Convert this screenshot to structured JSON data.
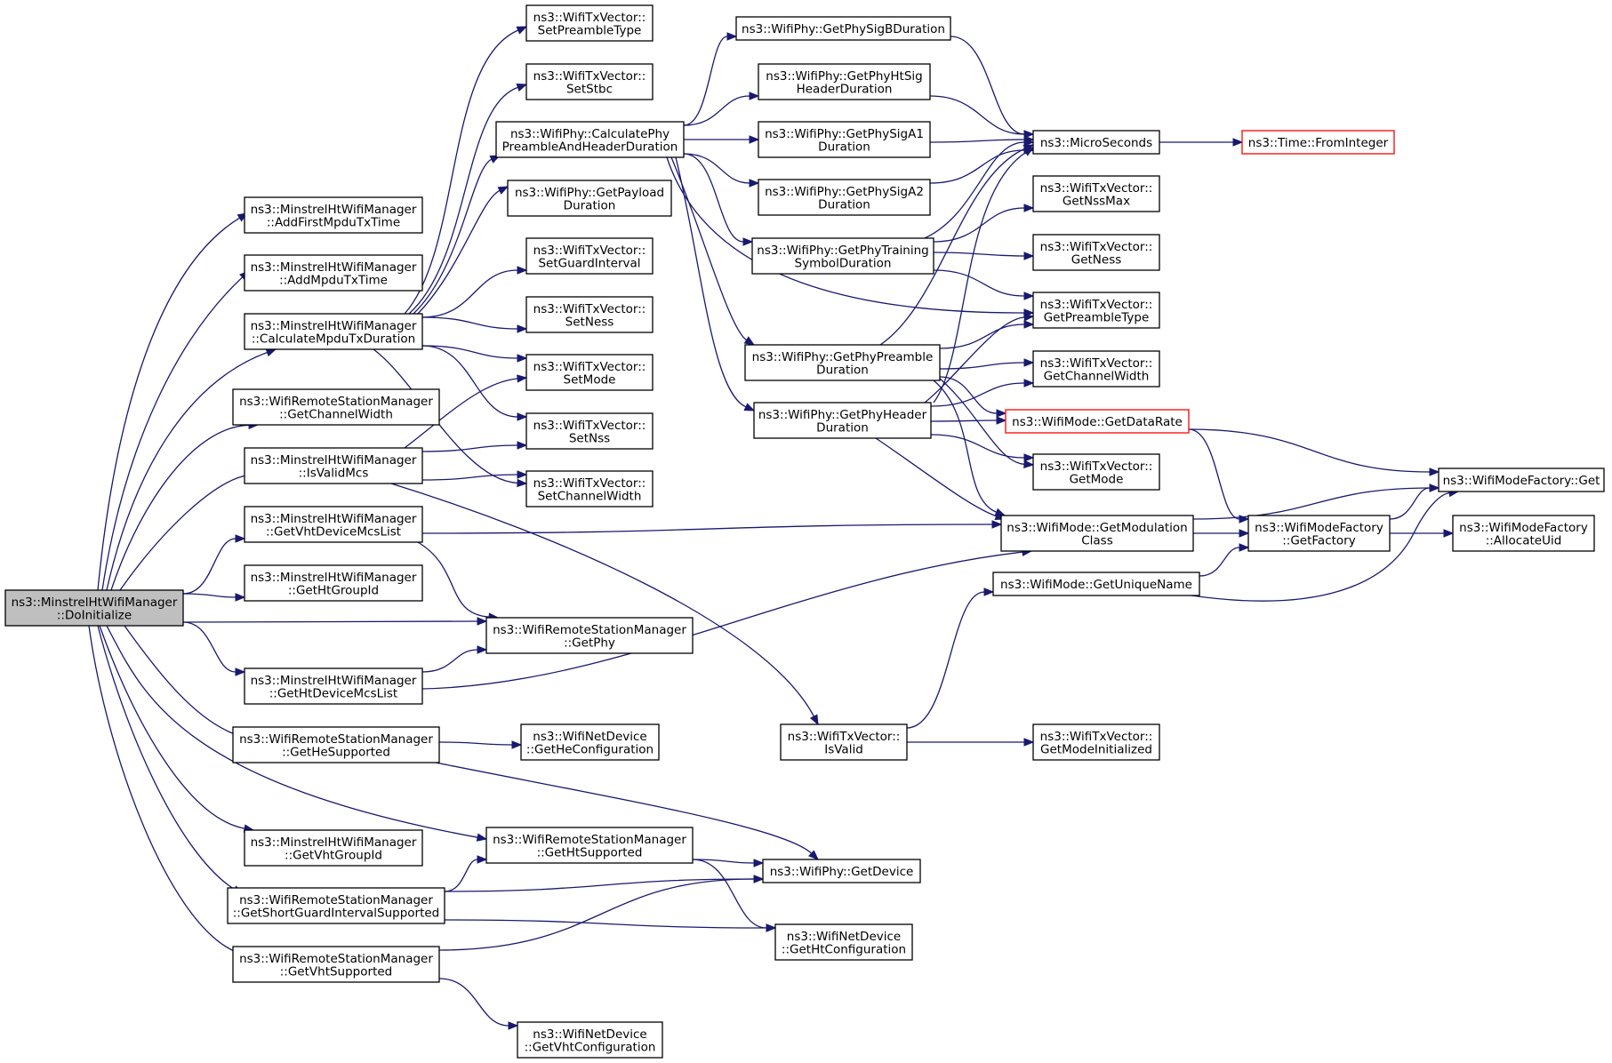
{
  "colors": {
    "edge": "#191970",
    "node_border": "#000000",
    "node_border_truncated": "#ff0000",
    "root_fill": "#bfbfbf",
    "node_fill": "#ffffff"
  },
  "nodes": [
    {
      "id": "root",
      "lines": [
        "ns3::MinstrelHtWifiManager",
        "::DoInitialize"
      ],
      "style": "root"
    },
    {
      "id": "addFirst",
      "lines": [
        "ns3::MinstrelHtWifiManager",
        "::AddFirstMpduTxTime"
      ]
    },
    {
      "id": "addMpdu",
      "lines": [
        "ns3::MinstrelHtWifiManager",
        "::AddMpduTxTime"
      ]
    },
    {
      "id": "calcMpdu",
      "lines": [
        "ns3::MinstrelHtWifiManager",
        "::CalculateMpduTxDuration"
      ]
    },
    {
      "id": "rsmChannelWidth",
      "lines": [
        "ns3::WifiRemoteStationManager",
        "::GetChannelWidth"
      ]
    },
    {
      "id": "isValidMcs",
      "lines": [
        "ns3::MinstrelHtWifiManager",
        "::IsValidMcs"
      ]
    },
    {
      "id": "vhtMcsList",
      "lines": [
        "ns3::MinstrelHtWifiManager",
        "::GetVhtDeviceMcsList"
      ]
    },
    {
      "id": "htGroupId",
      "lines": [
        "ns3::MinstrelHtWifiManager",
        "::GetHtGroupId"
      ]
    },
    {
      "id": "htMcsList",
      "lines": [
        "ns3::MinstrelHtWifiManager",
        "::GetHtDeviceMcsList"
      ]
    },
    {
      "id": "heSupported",
      "lines": [
        "ns3::WifiRemoteStationManager",
        "::GetHeSupported"
      ]
    },
    {
      "id": "vhtGroupId",
      "lines": [
        "ns3::MinstrelHtWifiManager",
        "::GetVhtGroupId"
      ]
    },
    {
      "id": "sgiSupported",
      "lines": [
        "ns3::WifiRemoteStationManager",
        "::GetShortGuardIntervalSupported"
      ]
    },
    {
      "id": "vhtSupported",
      "lines": [
        "ns3::WifiRemoteStationManager",
        "::GetVhtSupported"
      ]
    },
    {
      "id": "setPreamble",
      "lines": [
        "ns3::WifiTxVector::",
        "SetPreambleType"
      ]
    },
    {
      "id": "setStbc",
      "lines": [
        "ns3::WifiTxVector::",
        "SetStbc"
      ]
    },
    {
      "id": "calcPreamble",
      "lines": [
        "ns3::WifiPhy::CalculatePhy",
        "PreambleAndHeaderDuration"
      ]
    },
    {
      "id": "payload",
      "lines": [
        "ns3::WifiPhy::GetPayload",
        "Duration"
      ]
    },
    {
      "id": "setGI",
      "lines": [
        "ns3::WifiTxVector::",
        "SetGuardInterval"
      ]
    },
    {
      "id": "setNess",
      "lines": [
        "ns3::WifiTxVector::",
        "SetNess"
      ]
    },
    {
      "id": "setMode",
      "lines": [
        "ns3::WifiTxVector::",
        "SetMode"
      ]
    },
    {
      "id": "setNss",
      "lines": [
        "ns3::WifiTxVector::",
        "SetNss"
      ]
    },
    {
      "id": "setCW",
      "lines": [
        "ns3::WifiTxVector::",
        "SetChannelWidth"
      ]
    },
    {
      "id": "getPhy",
      "lines": [
        "ns3::WifiRemoteStationManager",
        "::GetPhy"
      ]
    },
    {
      "id": "heConfig",
      "lines": [
        "ns3::WifiNetDevice",
        "::GetHeConfiguration"
      ]
    },
    {
      "id": "htSupported",
      "lines": [
        "ns3::WifiRemoteStationManager",
        "::GetHtSupported"
      ]
    },
    {
      "id": "vhtConfig",
      "lines": [
        "ns3::WifiNetDevice",
        "::GetVhtConfiguration"
      ]
    },
    {
      "id": "sigB",
      "lines": [
        "ns3::WifiPhy::GetPhySigBDuration"
      ]
    },
    {
      "id": "htSig",
      "lines": [
        "ns3::WifiPhy::GetPhyHtSig",
        "HeaderDuration"
      ]
    },
    {
      "id": "sigA1",
      "lines": [
        "ns3::WifiPhy::GetPhySigA1",
        "Duration"
      ]
    },
    {
      "id": "sigA2",
      "lines": [
        "ns3::WifiPhy::GetPhySigA2",
        "Duration"
      ]
    },
    {
      "id": "training",
      "lines": [
        "ns3::WifiPhy::GetPhyTraining",
        "SymbolDuration"
      ]
    },
    {
      "id": "phyPreamble",
      "lines": [
        "ns3::WifiPhy::GetPhyPreamble",
        "Duration"
      ]
    },
    {
      "id": "phyHeader",
      "lines": [
        "ns3::WifiPhy::GetPhyHeader",
        "Duration"
      ]
    },
    {
      "id": "txIsValid",
      "lines": [
        "ns3::WifiTxVector::",
        "IsValid"
      ]
    },
    {
      "id": "getDevice",
      "lines": [
        "ns3::WifiPhy::GetDevice"
      ]
    },
    {
      "id": "htConfig",
      "lines": [
        "ns3::WifiNetDevice",
        "::GetHtConfiguration"
      ]
    },
    {
      "id": "micro",
      "lines": [
        "ns3::MicroSeconds"
      ]
    },
    {
      "id": "nssMax",
      "lines": [
        "ns3::WifiTxVector::",
        "GetNssMax"
      ]
    },
    {
      "id": "getNess",
      "lines": [
        "ns3::WifiTxVector::",
        "GetNess"
      ]
    },
    {
      "id": "getPreambleType",
      "lines": [
        "ns3::WifiTxVector::",
        "GetPreambleType"
      ]
    },
    {
      "id": "getCW",
      "lines": [
        "ns3::WifiTxVector::",
        "GetChannelWidth"
      ]
    },
    {
      "id": "dataRate",
      "lines": [
        "ns3::WifiMode::GetDataRate"
      ],
      "style": "red"
    },
    {
      "id": "getMode",
      "lines": [
        "ns3::WifiTxVector::",
        "GetMode"
      ]
    },
    {
      "id": "modClass",
      "lines": [
        "ns3::WifiMode::GetModulation",
        "Class"
      ]
    },
    {
      "id": "uniqueName",
      "lines": [
        "ns3::WifiMode::GetUniqueName"
      ]
    },
    {
      "id": "modeInit",
      "lines": [
        "ns3::WifiTxVector::",
        "GetModeInitialized"
      ]
    },
    {
      "id": "fromInteger",
      "lines": [
        "ns3::Time::FromInteger"
      ],
      "style": "red"
    },
    {
      "id": "getFactory",
      "lines": [
        "ns3::WifiModeFactory",
        "::GetFactory"
      ]
    },
    {
      "id": "factoryGet",
      "lines": [
        "ns3::WifiModeFactory::Get"
      ]
    },
    {
      "id": "allocUid",
      "lines": [
        "ns3::WifiModeFactory",
        "::AllocateUid"
      ]
    }
  ],
  "edges": [
    [
      "root",
      "addFirst"
    ],
    [
      "root",
      "addMpdu"
    ],
    [
      "root",
      "calcMpdu"
    ],
    [
      "root",
      "rsmChannelWidth"
    ],
    [
      "root",
      "isValidMcs"
    ],
    [
      "root",
      "vhtMcsList"
    ],
    [
      "root",
      "htGroupId"
    ],
    [
      "root",
      "getPhy"
    ],
    [
      "root",
      "htMcsList"
    ],
    [
      "root",
      "heSupported"
    ],
    [
      "root",
      "htSupported"
    ],
    [
      "root",
      "vhtGroupId"
    ],
    [
      "root",
      "sgiSupported"
    ],
    [
      "root",
      "vhtSupported"
    ],
    [
      "calcMpdu",
      "setPreamble"
    ],
    [
      "calcMpdu",
      "setStbc"
    ],
    [
      "calcMpdu",
      "calcPreamble"
    ],
    [
      "calcMpdu",
      "payload"
    ],
    [
      "calcMpdu",
      "setGI"
    ],
    [
      "calcMpdu",
      "setNess"
    ],
    [
      "calcMpdu",
      "setMode"
    ],
    [
      "calcMpdu",
      "setNss"
    ],
    [
      "calcMpdu",
      "setCW"
    ],
    [
      "isValidMcs",
      "setMode"
    ],
    [
      "isValidMcs",
      "setNss"
    ],
    [
      "isValidMcs",
      "setCW"
    ],
    [
      "isValidMcs",
      "txIsValid"
    ],
    [
      "vhtMcsList",
      "modClass"
    ],
    [
      "vhtMcsList",
      "getPhy"
    ],
    [
      "htMcsList",
      "getPhy"
    ],
    [
      "htMcsList",
      "modClass"
    ],
    [
      "heSupported",
      "heConfig"
    ],
    [
      "heSupported",
      "getDevice"
    ],
    [
      "htSupported",
      "getDevice"
    ],
    [
      "htSupported",
      "htConfig"
    ],
    [
      "sgiSupported",
      "htSupported"
    ],
    [
      "sgiSupported",
      "getDevice"
    ],
    [
      "sgiSupported",
      "htConfig"
    ],
    [
      "vhtSupported",
      "getDevice"
    ],
    [
      "vhtSupported",
      "vhtConfig"
    ],
    [
      "calcPreamble",
      "sigB"
    ],
    [
      "calcPreamble",
      "htSig"
    ],
    [
      "calcPreamble",
      "sigA1"
    ],
    [
      "calcPreamble",
      "sigA2"
    ],
    [
      "calcPreamble",
      "training"
    ],
    [
      "calcPreamble",
      "phyPreamble"
    ],
    [
      "calcPreamble",
      "phyHeader"
    ],
    [
      "calcPreamble",
      "getPreambleType"
    ],
    [
      "sigB",
      "micro"
    ],
    [
      "htSig",
      "micro"
    ],
    [
      "sigA1",
      "micro"
    ],
    [
      "sigA2",
      "micro"
    ],
    [
      "training",
      "micro"
    ],
    [
      "training",
      "nssMax"
    ],
    [
      "training",
      "getNess"
    ],
    [
      "training",
      "getPreambleType"
    ],
    [
      "phyPreamble",
      "micro"
    ],
    [
      "phyPreamble",
      "getPreambleType"
    ],
    [
      "phyPreamble",
      "getCW"
    ],
    [
      "phyPreamble",
      "dataRate"
    ],
    [
      "phyPreamble",
      "getMode"
    ],
    [
      "phyPreamble",
      "modClass"
    ],
    [
      "phyHeader",
      "micro"
    ],
    [
      "phyHeader",
      "getPreambleType"
    ],
    [
      "phyHeader",
      "getCW"
    ],
    [
      "phyHeader",
      "dataRate"
    ],
    [
      "phyHeader",
      "getMode"
    ],
    [
      "phyHeader",
      "modClass"
    ],
    [
      "txIsValid",
      "uniqueName"
    ],
    [
      "txIsValid",
      "modeInit"
    ],
    [
      "micro",
      "fromInteger"
    ],
    [
      "dataRate",
      "getFactory"
    ],
    [
      "dataRate",
      "factoryGet"
    ],
    [
      "modClass",
      "getFactory"
    ],
    [
      "modClass",
      "factoryGet"
    ],
    [
      "uniqueName",
      "getFactory"
    ],
    [
      "uniqueName",
      "factoryGet"
    ],
    [
      "getFactory",
      "factoryGet"
    ],
    [
      "getFactory",
      "allocUid"
    ]
  ]
}
